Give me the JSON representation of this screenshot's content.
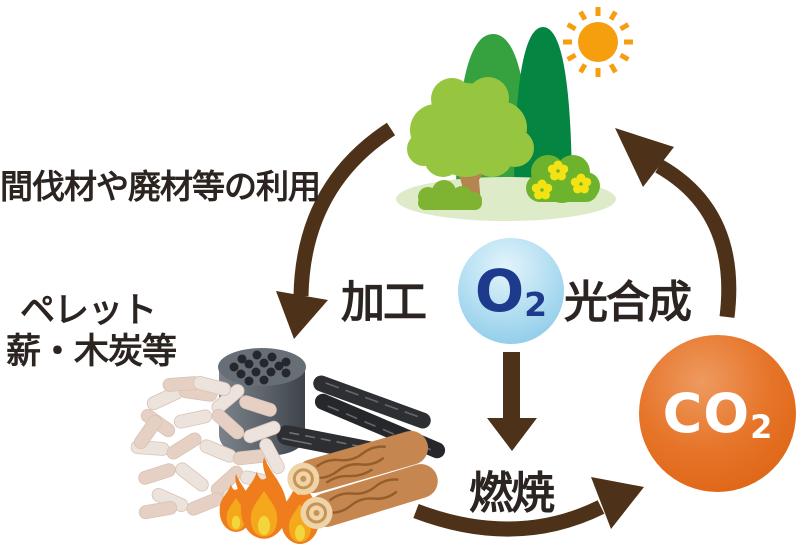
{
  "labels": {
    "thinned_wood": "間伐材や廃材等の利用",
    "fuel_line1": "ペレット",
    "fuel_line2": "薪・木炭等",
    "processing": "加工",
    "photosynthesis": "光合成",
    "combustion": "燃焼"
  },
  "molecules": {
    "o2": {
      "main": "O",
      "sub": "2"
    },
    "co2": {
      "main": "CO",
      "sub": "2"
    }
  },
  "icons": {
    "sun": "sun-icon",
    "forest": "forest-illustration",
    "pellets": "wood-pellets-illustration",
    "briquette": "charcoal-briquette-illustration",
    "charcoal": "charcoal-sticks-illustration",
    "logs": "firewood-logs-illustration",
    "flames": "flame-icon",
    "arrow_processing": "arrow-forest-to-fuel",
    "arrow_o2_down": "arrow-o2-to-combustion",
    "arrow_combustion": "arrow-combustion-to-co2",
    "arrow_photosynthesis": "arrow-co2-to-forest"
  },
  "colors": {
    "arrow_brown": "#4d3219",
    "text_dark": "#2b2421",
    "o2_circle_edge": "#7fc4e6",
    "o2_text": "#1d3a8c",
    "co2_circle": "#e2641a",
    "co2_text": "#ffffff",
    "sun": "#f59e0e",
    "forest_dark_green": "#058542",
    "forest_mid_green": "#35a23f",
    "tree_crown_green": "#96c63f",
    "flame_orange": "#ef7d1d",
    "log_brown": "#c5874f"
  }
}
